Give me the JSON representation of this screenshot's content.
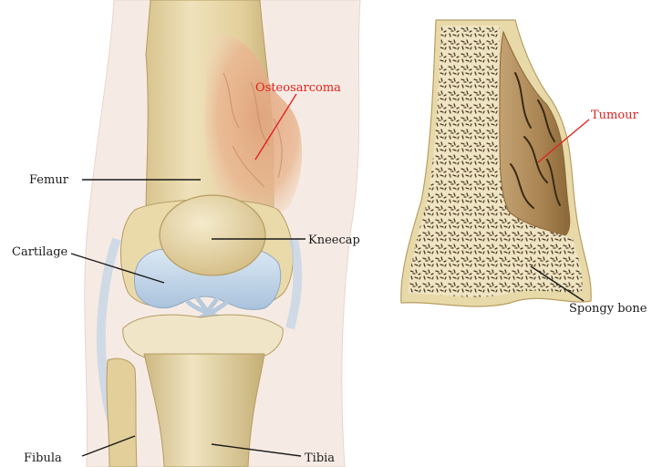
{
  "labels": {
    "osteosarcoma": "Osteosarcoma",
    "femur": "Femur",
    "kneecap": "Kneecap",
    "cartilage": "Cartilage",
    "fibula": "Fibula",
    "tibia": "Tibia",
    "tumour": "Tumour",
    "spongy_bone": "Spongy bone"
  },
  "colors": {
    "bone": "#e6d3a0",
    "bone_dark": "#c9b277",
    "cartilage": "#b9cfe3",
    "tumour": "#d99a73",
    "background_limb": "#f4e7df",
    "leader_red": "#e0231e",
    "leader_dark": "#1a1a1a"
  }
}
